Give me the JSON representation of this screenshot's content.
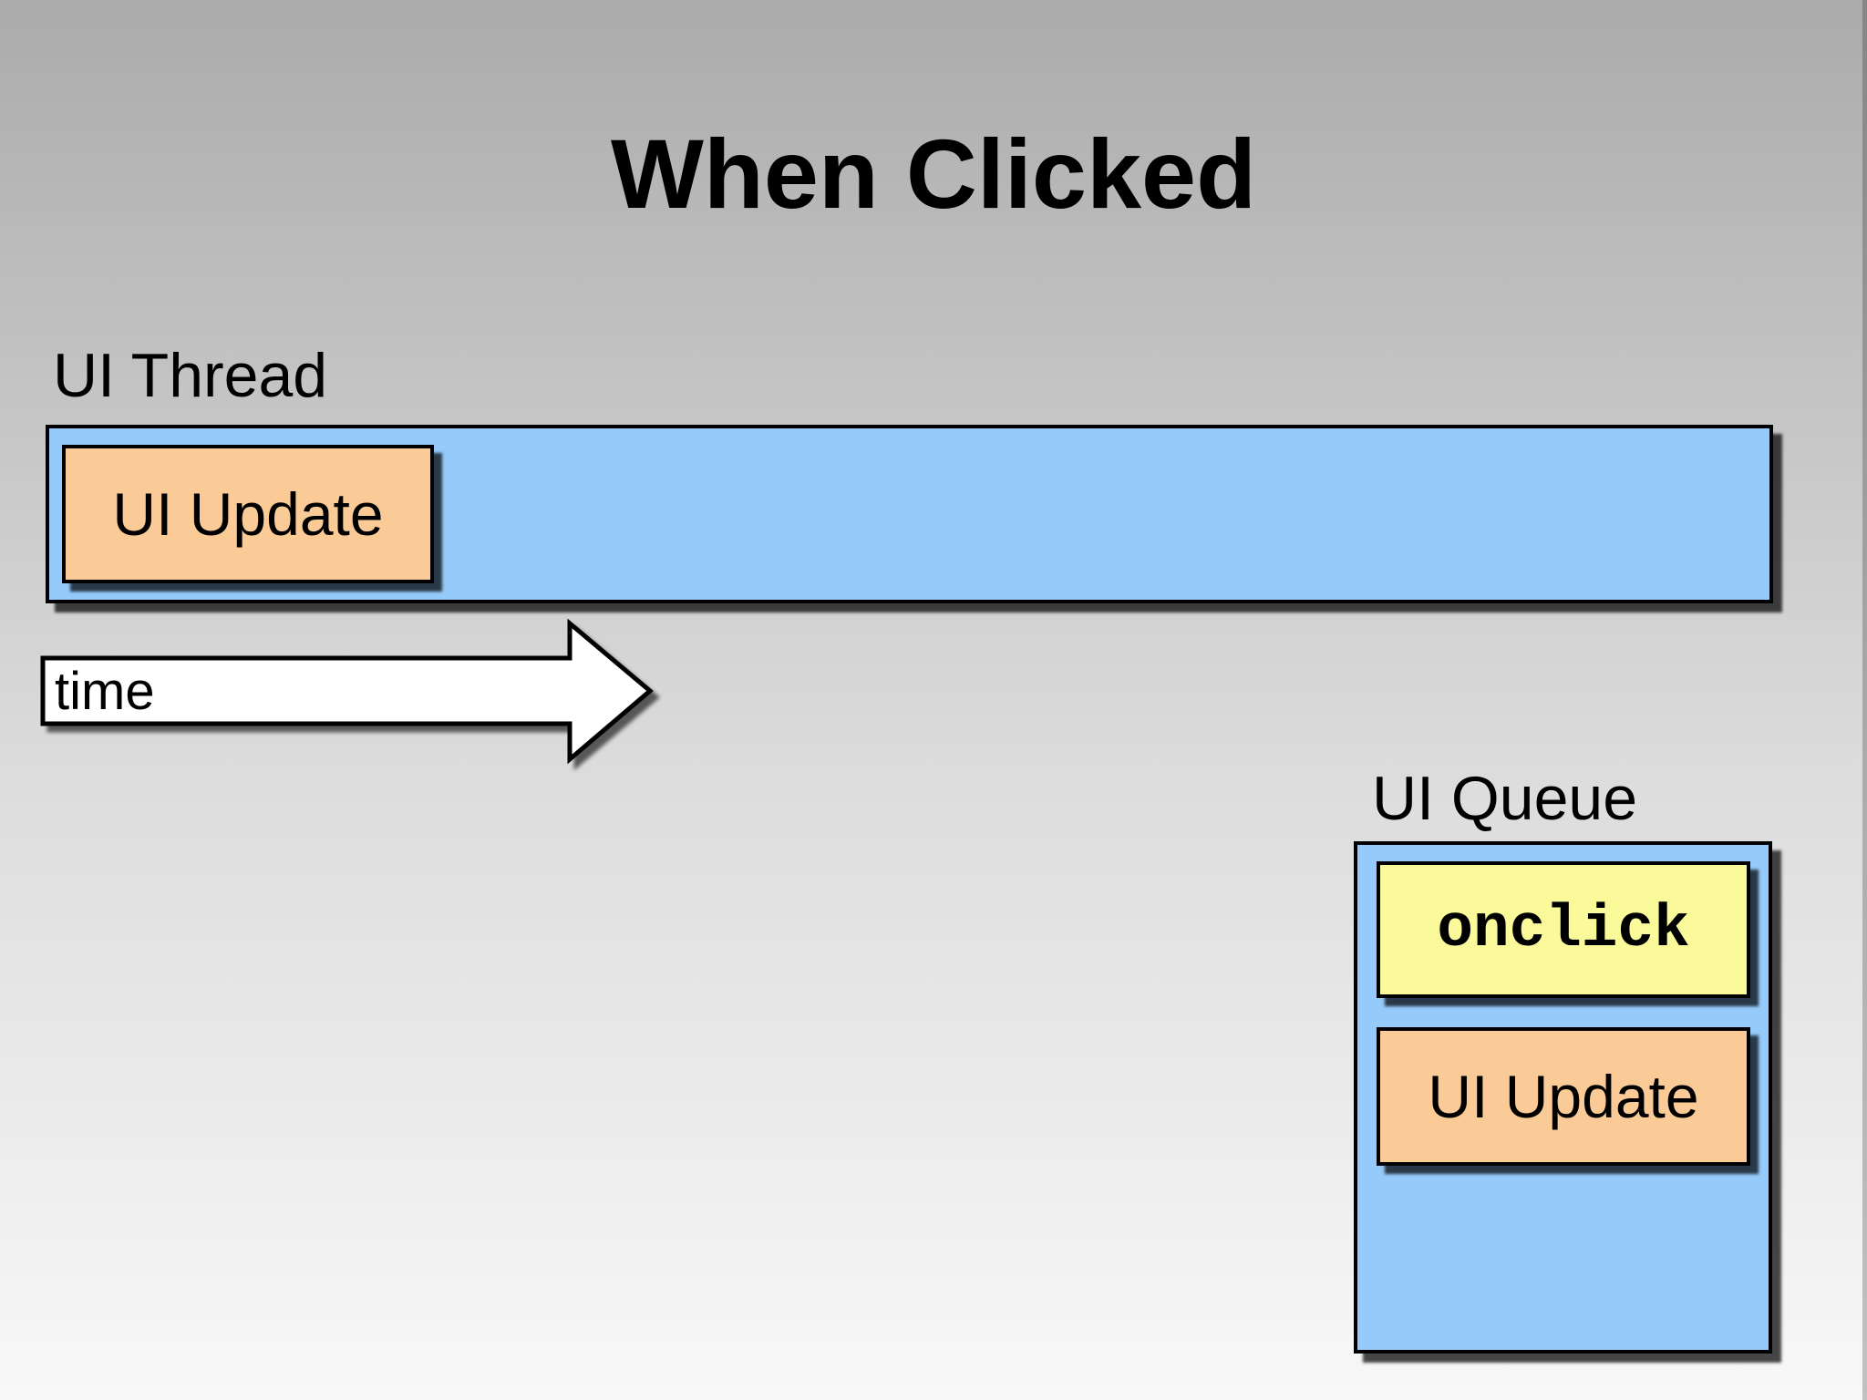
{
  "slide": {
    "title": "When Clicked"
  },
  "ui_thread": {
    "label": "UI Thread",
    "running_task": "UI Update"
  },
  "time_arrow": {
    "label": "time"
  },
  "ui_queue": {
    "label": "UI Queue",
    "items": [
      {
        "label": "onclick"
      },
      {
        "label": "UI Update"
      }
    ]
  },
  "colors": {
    "bar_blue": "#95CAFB",
    "task_orange": "#FBCB97",
    "event_yellow": "#FAFA9B",
    "arrow_white": "#FFFFFF",
    "outline_black": "#000000",
    "bg_top": "#ABABAB",
    "bg_mid": "#DCDCDC",
    "bg_bottom": "#F8F8F8"
  }
}
